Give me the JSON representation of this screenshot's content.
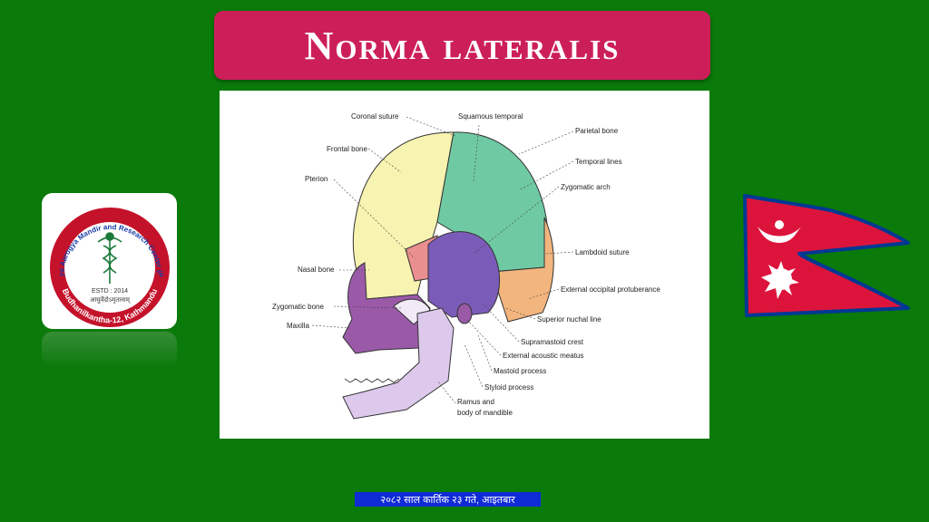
{
  "title": "Norma lateralis",
  "diagram": {
    "labels": {
      "coronal_suture": "Coronal suture",
      "squamous_temporal": "Squamous temporal",
      "parietal_bone": "Parietal bone",
      "frontal_bone": "Frontal bone",
      "temporal_lines": "Temporal lines",
      "pterion": "Pterion",
      "zygomatic_arch": "Zygomatic arch",
      "lambdoid_suture": "Lambdoid suture",
      "nasal_bone": "Nasal bone",
      "external_occipital_protuberance": "External occipital protuberance",
      "zygomatic_bone": "Zygomatic bone",
      "superior_nuchal_line": "Superior nuchal line",
      "maxilla": "Maxilla",
      "supramastoid_crest": "Supramastoid crest",
      "external_acoustic_meatus": "External acoustic meatus",
      "mastoid_process": "Mastoid process",
      "styloid_process": "Styloid process",
      "ramus_line1": "Ramus and",
      "ramus_line2": "body of mandible"
    },
    "colors": {
      "frontal": "#f7f3b0",
      "parietal": "#6fcaa3",
      "temporal": "#7b5bb8",
      "occipital": "#f2b57d",
      "face": "#9a5aa8",
      "mandible": "#ddc9ec",
      "pterion": "#e98f8f"
    }
  },
  "logo": {
    "arc_top": "Aatreya Aarogya Mandir and Research Center (P) Ltd.",
    "established": "ESTD : 2014",
    "motto": "आयुर्वेदोऽमृतानाम्",
    "location": "Budhanilkantha-12, Kathmandu"
  },
  "date": "२०८२ साल कार्तिक २३ गते, आइतबार",
  "colors": {
    "background": "#0a7a0a",
    "title_bg": "#cc1f5a",
    "date_bg": "#0f2bd6",
    "flag_red": "#dc143c",
    "flag_blue": "#003893"
  }
}
